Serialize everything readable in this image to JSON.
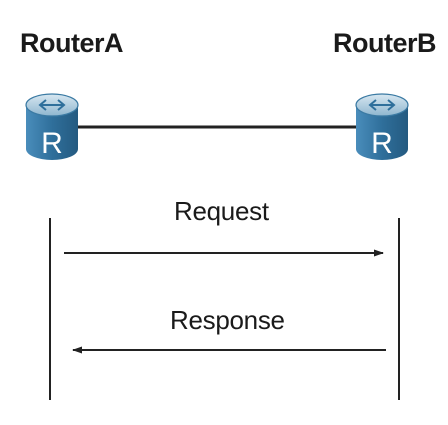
{
  "routers": {
    "a": {
      "name": "RouterA",
      "glyph": "R"
    },
    "b": {
      "name": "RouterB",
      "glyph": "R"
    }
  },
  "messages": {
    "request": "Request",
    "response": "Response"
  },
  "colors": {
    "router_body": "#2f6f9b",
    "router_top": "#a9c8dc",
    "line": "#222222"
  },
  "icons": {
    "router": "router-icon"
  }
}
